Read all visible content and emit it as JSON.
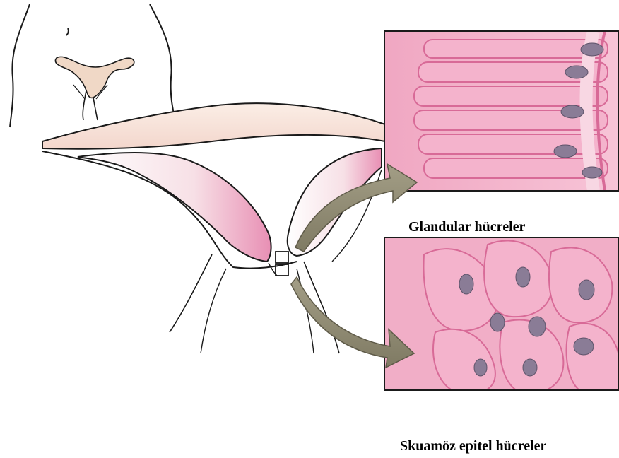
{
  "labels": {
    "glandular": "Glandular hücreler",
    "squamous": "Skuamöz epitel hücreler"
  },
  "colors": {
    "tissue_pink": "#f4b3cc",
    "tissue_dark_pink": "#d86a97",
    "nucleus": "#8a7c96",
    "arrow_fill": "#8f8a74",
    "uterus_skin": "#f0d8c6",
    "outline": "#1a1a1a"
  },
  "icons": {
    "arrow_upper": "curved-arrow-right",
    "arrow_lower": "curved-arrow-right"
  }
}
